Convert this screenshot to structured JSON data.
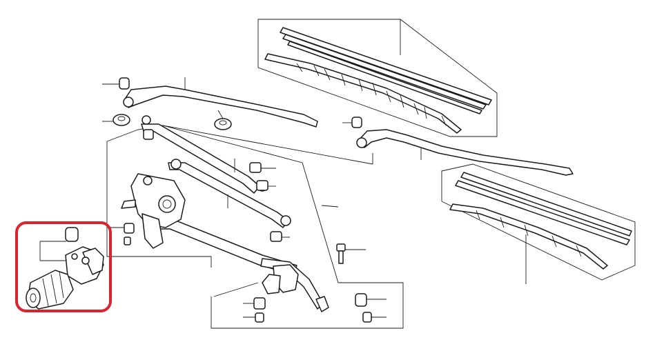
{
  "diagram": {
    "highlight_color": "#d9232e",
    "line_color": "#1a1a1a",
    "background": "#ffffff"
  },
  "parts": [
    {
      "icon": "wiper-blade-assembly-icon",
      "group": "driver-side"
    },
    {
      "icon": "wiper-blade-assembly-icon",
      "group": "passenger-side"
    },
    {
      "icon": "wiper-arm-icon",
      "group": "driver-side"
    },
    {
      "icon": "wiper-arm-icon",
      "group": "passenger-side"
    },
    {
      "icon": "wiper-linkage-icon",
      "group": "linkage"
    },
    {
      "icon": "wiper-motor-icon",
      "group": "motor",
      "highlighted": true
    },
    {
      "icon": "nut-icon",
      "group": "fasteners"
    },
    {
      "icon": "washer-icon",
      "group": "fasteners"
    },
    {
      "icon": "bolt-icon",
      "group": "fasteners"
    },
    {
      "icon": "cap-icon",
      "group": "fasteners"
    }
  ]
}
